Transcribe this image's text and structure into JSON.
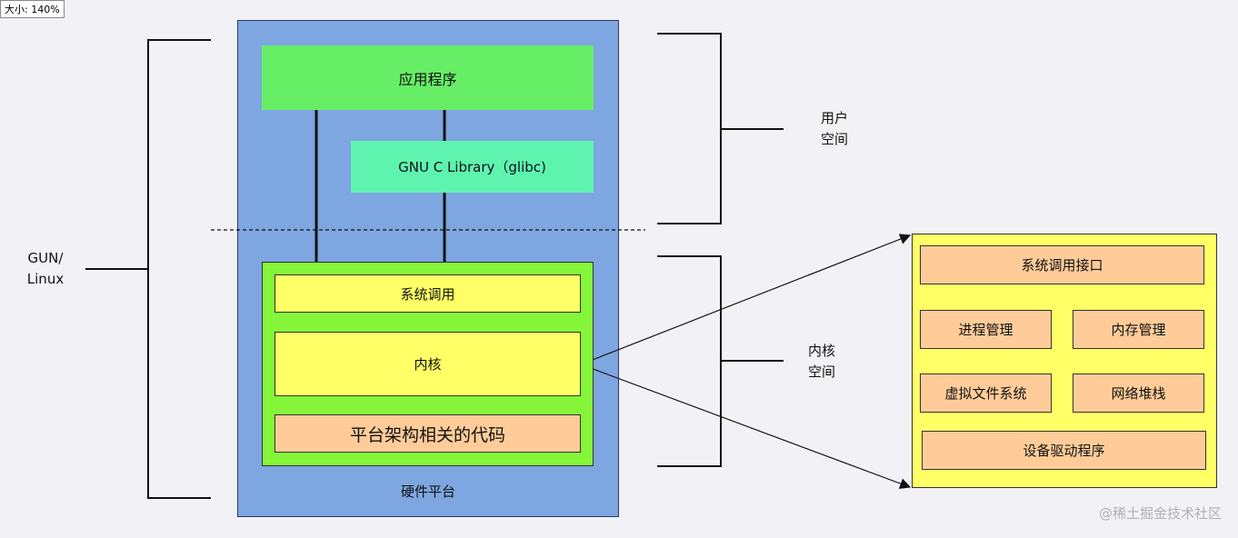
{
  "zoom_label": "大小: 140%",
  "left_label": "GUN/\nLinux",
  "app": "应用程序",
  "glibc": "GNU C Library（glibc)",
  "syscall": "系统调用",
  "kernel": "内核",
  "arch_code": "平台架构相关的代码",
  "hardware": "硬件平台",
  "user_space": "用户\n空间",
  "kernel_space": "内核\n空间",
  "detail": {
    "syscall_interface": "系统调用接口",
    "process_mgmt": "进程管理",
    "memory_mgmt": "内存管理",
    "vfs": "虚拟文件系统",
    "net_stack": "网络堆栈",
    "device_driver": "设备驱动程序"
  },
  "watermark": "@稀土掘金技术社区"
}
